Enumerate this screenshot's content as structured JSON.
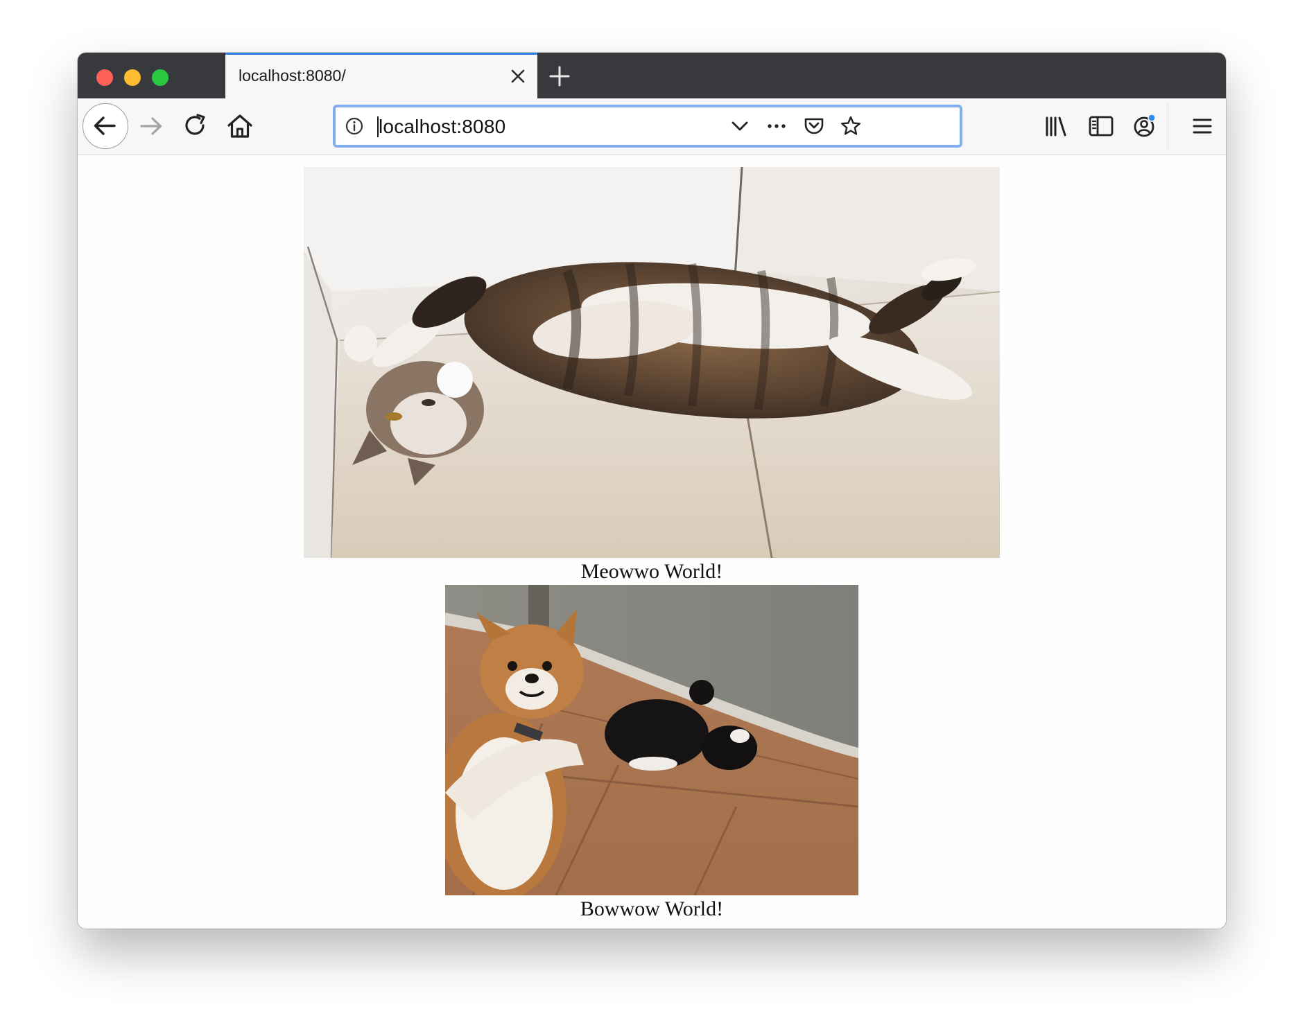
{
  "browser": {
    "tab": {
      "title": "localhost:8080/"
    },
    "address_bar": {
      "url": "localhost:8080"
    },
    "icons": [
      "close-tab-icon",
      "new-tab-icon",
      "back-icon",
      "forward-icon",
      "reload-icon",
      "home-icon",
      "site-info-icon",
      "url-dropdown-icon",
      "page-actions-icon",
      "pocket-icon",
      "bookmark-star-icon",
      "library-icon",
      "sidebar-icon",
      "account-icon",
      "menu-icon"
    ],
    "colors": {
      "tab_accent": "#2f7fe3",
      "url_focus": "#82aef0",
      "account_badge": "#2a8cf0"
    }
  },
  "page": {
    "cat": {
      "caption": "Meowwo World!"
    },
    "dog": {
      "caption": "Bowwow World!"
    }
  }
}
